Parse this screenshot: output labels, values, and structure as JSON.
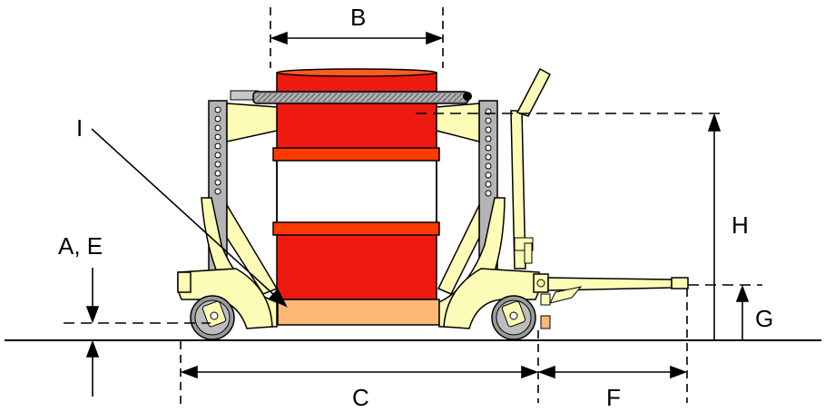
{
  "labels": {
    "a_e": "A, E",
    "b": "B",
    "c": "C",
    "f": "F",
    "g": "G",
    "h": "H",
    "i": "I"
  },
  "colors": {
    "frame": "#fdfcb6",
    "drum_red": "#ee1a10",
    "drum_band": "#ff3a00",
    "drum_top": "#ff5a22",
    "base_orange": "#fbb877",
    "column_gray": "#b4b4b4",
    "wheel_gray": "#9a9a9a",
    "outline": "#000000"
  }
}
